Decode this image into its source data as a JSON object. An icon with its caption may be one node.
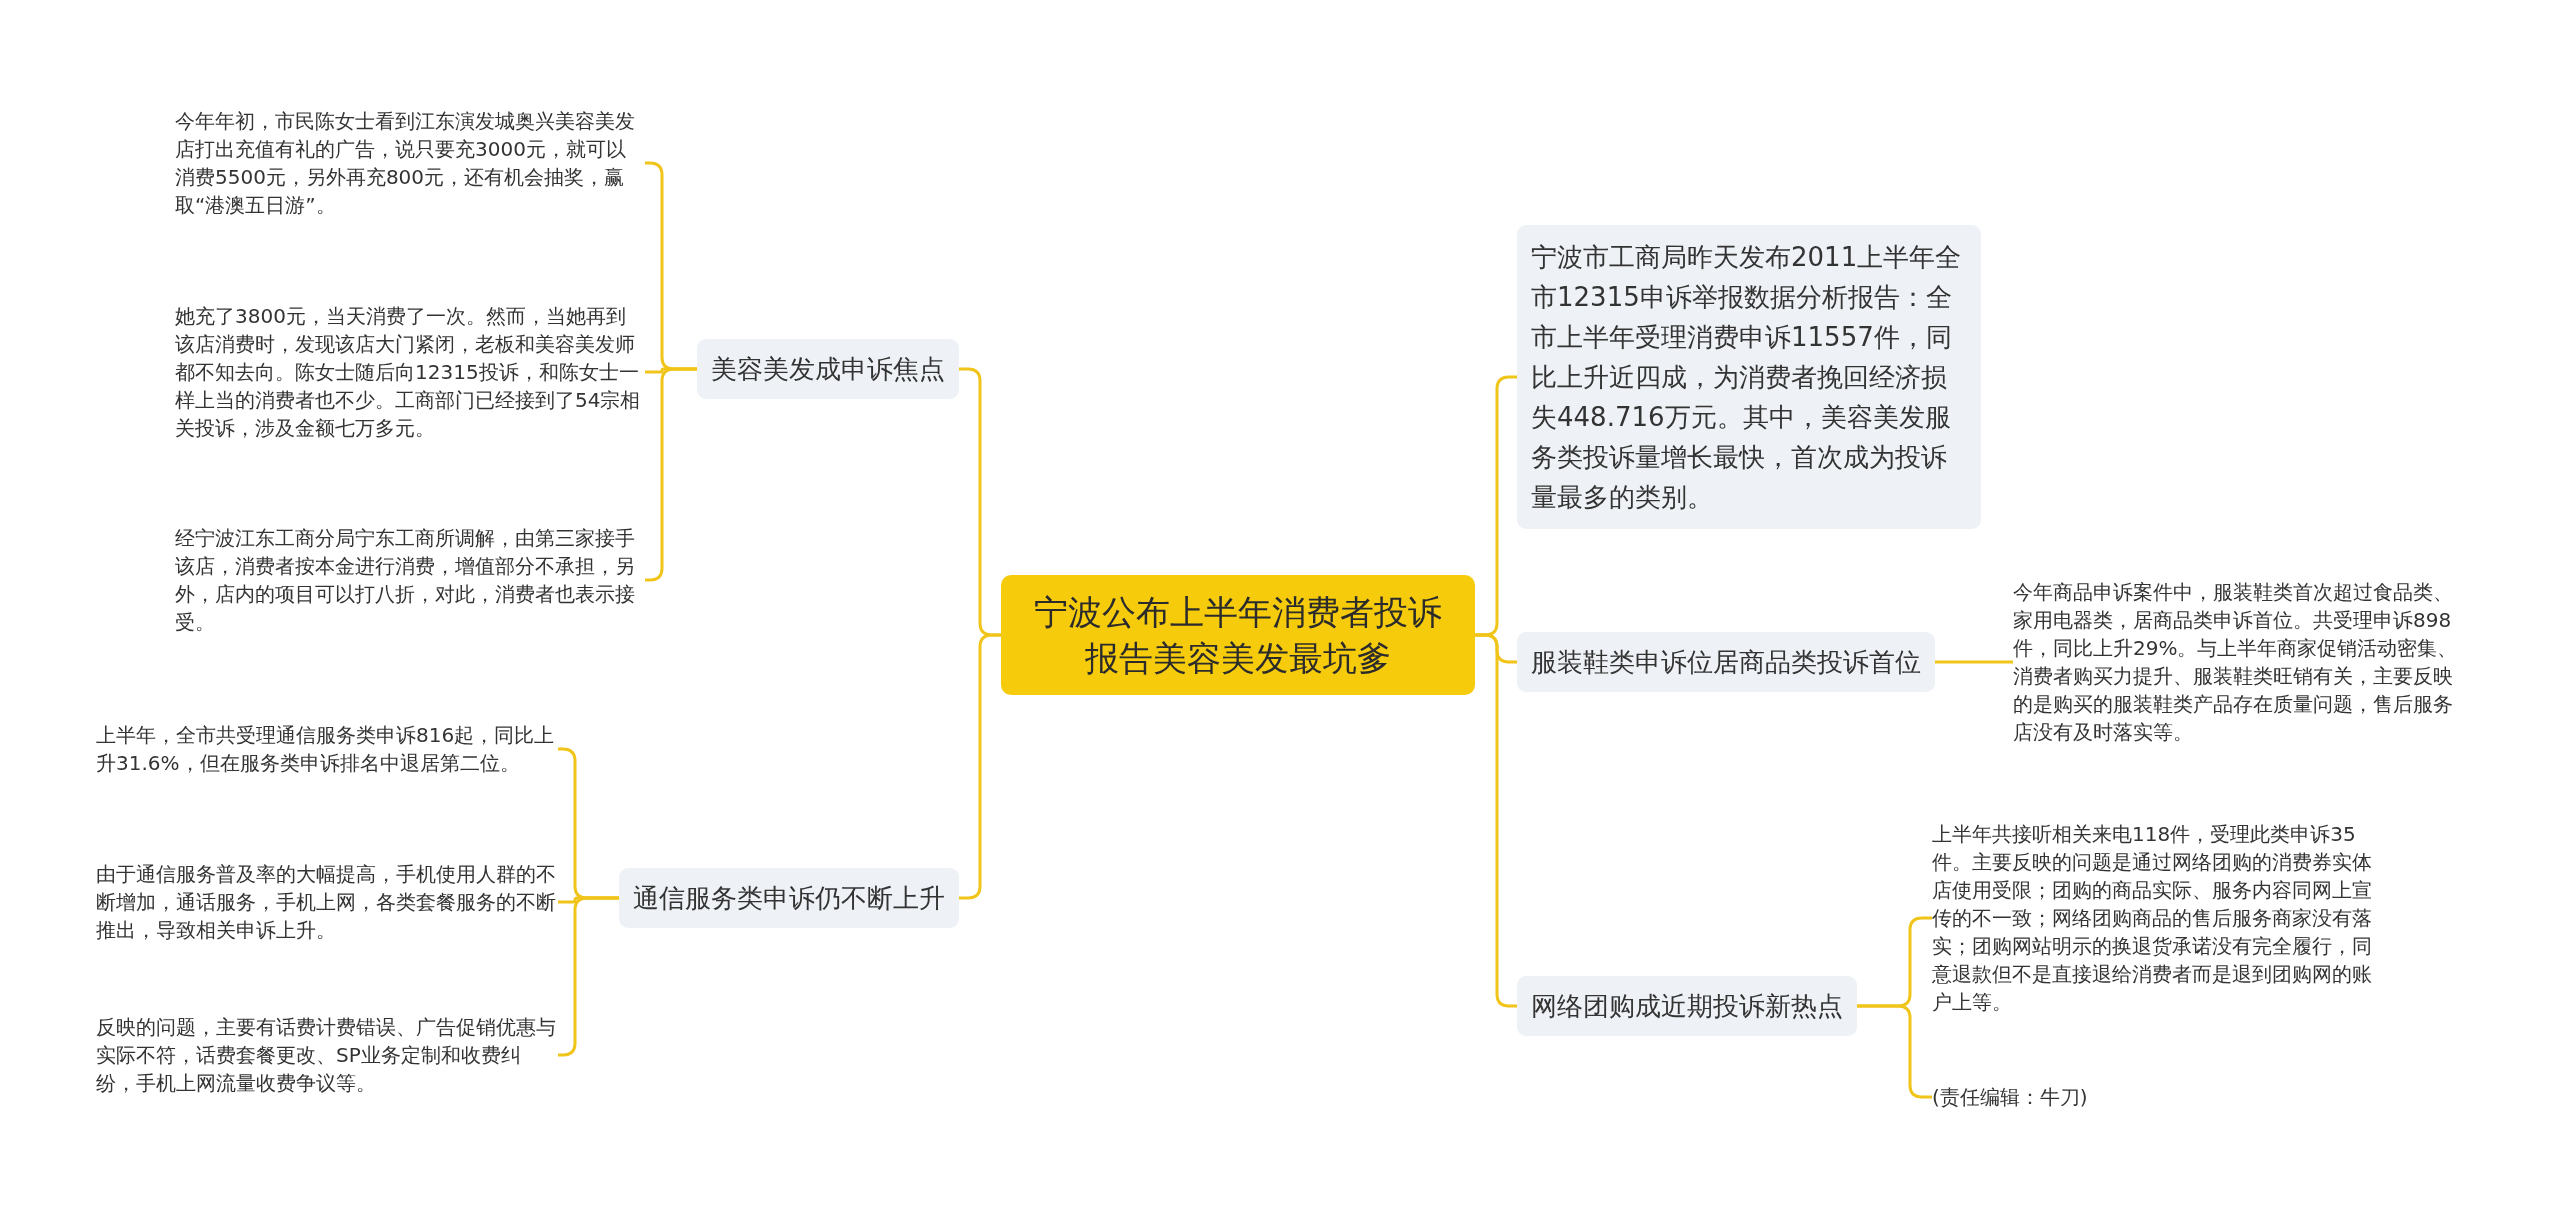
{
  "diagram": {
    "nodes": [
      {
        "text": [
          "宁波公布上半年消费者投诉报告美容美发最坑爹"
        ]
      },
      {
        "text": [
          "美容美发成申诉焦点"
        ]
      },
      {
        "text": [
          "今年年初，市民陈女士看到江东演发城奥兴美容美发店打出充值有礼的广告，说只要充3000元，就可以消费5500元，另外再充800元，还有机会抽奖，赢取“港澳五日游”。"
        ]
      },
      {
        "text": [
          "她充了3800元，当天消费了一次。然而，当她再到该店消费时，发现该店大门紧闭，老板和美容美发师都不知去向。陈女士随后向12315投诉，和陈女士一样上当的消费者也不少。工商部门已经接到了54宗相关投诉，涉及金额七万多元。"
        ]
      },
      {
        "text": [
          "经宁波江东工商分局宁东工商所调解，由第三家接手该店，消费者按本金进行消费，增值部分不承担，另外，店内的项目可以打八折，对此，消费者也表示接受。"
        ]
      },
      {
        "text": [
          "通信服务类申诉仍不断上升"
        ]
      },
      {
        "text": [
          "上半年，全市共受理通信服务类申诉816起，同比上升31.6%，但在服务类申诉排名中退居第二位。"
        ]
      },
      {
        "text": [
          "由于通信服务普及率的大幅提高，手机使用人群的不断增加，通话服务，手机上网，各类套餐服务的不断推出，导致相关申诉上升。"
        ]
      },
      {
        "text": [
          "反映的问题，主要有话费计费错误、广告促销优惠与实际不符，话费套餐更改、SP业务定制和收费纠纷，手机上网流量收费争议等。"
        ]
      },
      {
        "text": [
          "宁波市工商局昨天发布2011上半年全市12315申诉举报数据分析报告：全市上半年受理消费申诉11557件，同比上升近四成，为消费者挽回经济损失448.716万元。其中，美容美发服务类投诉量增长最快，首次成为投诉量最多的类别。"
        ]
      },
      {
        "text": [
          "服装鞋类申诉位居商品类投诉首位"
        ]
      },
      {
        "text": [
          "今年商品申诉案件中，服装鞋类首次超过食品类、家用电器类，居商品类申诉首位。共受理申诉898件，同比上升29%。与上半年商家促销活动密集、消费者购买力提升、服装鞋类旺销有关，主要反映的是购买的服装鞋类产品存在质量问题，售后服务店没有及时落实等。"
        ]
      },
      {
        "text": [
          "网络团购成近期投诉新热点"
        ]
      },
      {
        "text": [
          "上半年共接听相关来电118件，受理此类申诉35件。主要反映的问题是通过网络团购的消费券实体店使用受限；团购的商品实际、服务内容同网上宣传的不一致；网络团购商品的售后服务商家没有落实；团购网站明示的换退货承诺没有完全履行，同意退款但不是直接退给消费者而是退到团购网的账户上等。"
        ]
      },
      {
        "text": [
          "(责任编辑：牛刀)"
        ]
      }
    ],
    "edges": [
      {
        "from": 0,
        "to": 1,
        "arrow": "none"
      },
      {
        "from": 1,
        "to": 2,
        "arrow": "none"
      },
      {
        "from": 1,
        "to": 3,
        "arrow": "none"
      },
      {
        "from": 1,
        "to": 4,
        "arrow": "none"
      },
      {
        "from": 0,
        "to": 5,
        "arrow": "none"
      },
      {
        "from": 5,
        "to": 6,
        "arrow": "none"
      },
      {
        "from": 5,
        "to": 7,
        "arrow": "none"
      },
      {
        "from": 5,
        "to": 8,
        "arrow": "none"
      },
      {
        "from": 0,
        "to": 9,
        "arrow": "none"
      },
      {
        "from": 0,
        "to": 10,
        "arrow": "none"
      },
      {
        "from": 10,
        "to": 11,
        "arrow": "none"
      },
      {
        "from": 0,
        "to": 12,
        "arrow": "none"
      },
      {
        "from": 12,
        "to": 13,
        "arrow": "none"
      },
      {
        "from": 12,
        "to": 14,
        "arrow": "none"
      }
    ]
  }
}
